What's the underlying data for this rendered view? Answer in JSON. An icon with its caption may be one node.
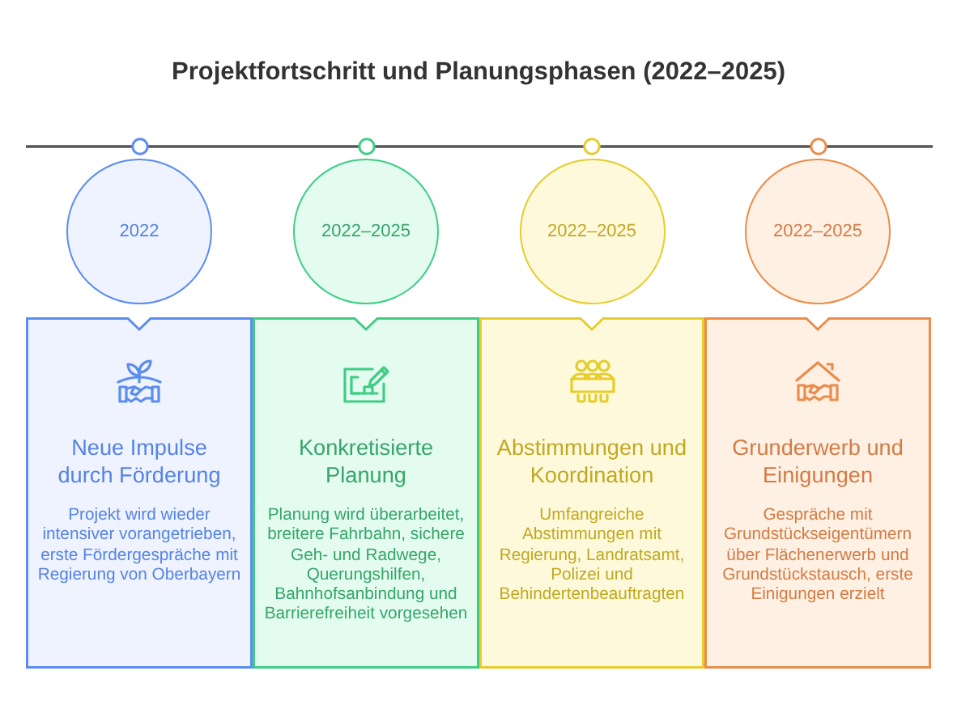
{
  "diagram": {
    "title": "Projektfortschritt und Planungsphasen (2022–2025)",
    "nodes": [
      {
        "text": [
          "2022"
        ]
      },
      {
        "text": [
          "Neue Impulse durch Förderung",
          "Projekt wird wieder intensiver vorangetrieben, erste Fördergespräche mit Regierung von Oberbayern"
        ]
      },
      {
        "text": [
          "2022–2025"
        ]
      },
      {
        "text": [
          "Konkretisierte Planung",
          "Planung wird überarbeitet, breitere Fahrbahn, sichere Geh- und Radwege, Querungshilfen, Bahnhofsanbindung und Barrierefreiheit vorgesehen"
        ]
      },
      {
        "text": [
          "2022–2025"
        ]
      },
      {
        "text": [
          "Abstimmungen und Koordination",
          "Umfangreiche Abstimmungen mit Regierung, Landratsamt, Polizei und Behindertenbeauftragten"
        ]
      },
      {
        "text": [
          "2022–2025"
        ]
      },
      {
        "text": [
          "Grunderwerb und Einigungen",
          "Gespräche mit Grundstückseigentümern über Flächenerwerb und Grundstückstausch, erste Einigungen erzielt"
        ]
      }
    ]
  }
}
